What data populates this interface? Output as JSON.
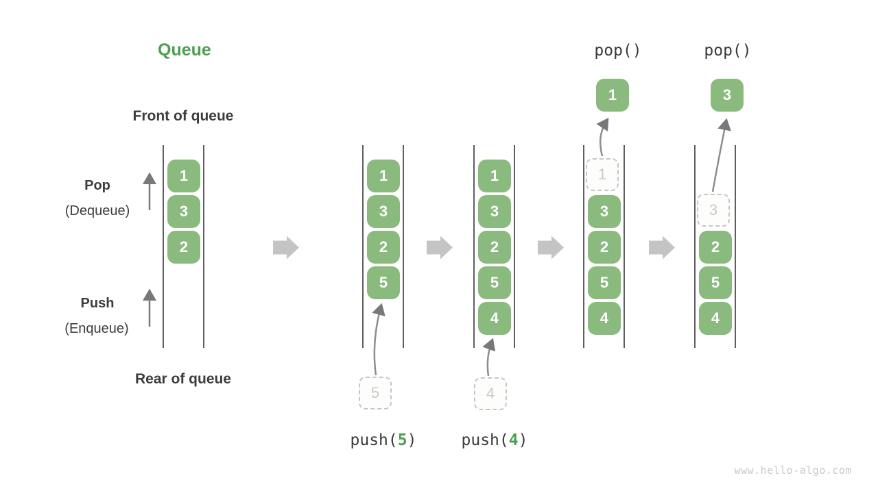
{
  "title": "Queue",
  "labels": {
    "front": "Front of queue",
    "rear": "Rear of queue",
    "pop": "Pop",
    "pop_sub": "(Dequeue)",
    "push": "Push",
    "push_sub": "(Enqueue)"
  },
  "columns": [
    {
      "values": [
        "1",
        "3",
        "2"
      ]
    },
    {
      "values": [
        "1",
        "3",
        "2",
        "5"
      ],
      "incoming": "5"
    },
    {
      "values": [
        "1",
        "3",
        "2",
        "5",
        "4"
      ],
      "incoming": "4"
    },
    {
      "values": [
        "3",
        "2",
        "5",
        "4"
      ],
      "removed": "1",
      "popped": "1"
    },
    {
      "values": [
        "2",
        "5",
        "4"
      ],
      "removed": "3",
      "popped": "3"
    }
  ],
  "operations": {
    "push5": {
      "pre": "push(",
      "arg": "5",
      "post": ")"
    },
    "push4": {
      "pre": "push(",
      "arg": "4",
      "post": ")"
    },
    "pop1": "pop()",
    "pop2": "pop()"
  },
  "colors": {
    "box_green": "#8aba7e",
    "title_green": "#4aa04f",
    "text_dark": "#3c3c3c",
    "block_arrow_gray": "#c4c4c4",
    "dashed_gray": "#c6c6c6",
    "wall_gray": "#5e5e5e",
    "arrow_gray": "#8d8d8d"
  },
  "watermark": "www.hello-algo.com"
}
